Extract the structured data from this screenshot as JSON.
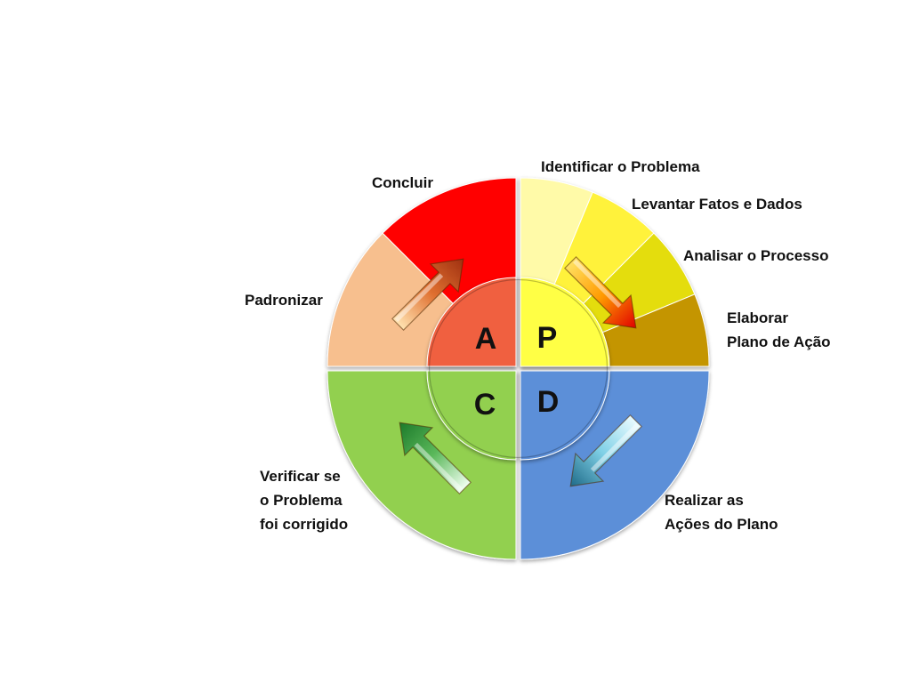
{
  "cycle": {
    "letters": {
      "plan": "P",
      "do": "D",
      "check": "C",
      "act": "A"
    },
    "plan_steps": [
      "Identificar o Problema",
      "Levantar Fatos e Dados",
      "Analisar o Processo"
    ],
    "plan_step_4": [
      "Elaborar",
      "Plano de Ação"
    ],
    "do_step": [
      "Realizar as",
      "Ações do Plano"
    ],
    "check_step": [
      "Verificar se",
      "o Problema",
      "foi corrigido"
    ],
    "act_steps": {
      "padronizar": "Padronizar",
      "concluir": "Concluir"
    }
  },
  "colors": {
    "plan_1": "#fffaa8",
    "plan_2": "#fff23a",
    "plan_3": "#e4dd08",
    "plan_4": "#c49500",
    "plan_inner": "#ffff44",
    "do": "#5b8fd8",
    "do_inner": "#5b8fd8",
    "check": "#92d050",
    "check_inner": "#92d050",
    "act_1": "#f7bf8e",
    "act_2": "#ff0000",
    "act_inner": "#f06040"
  }
}
